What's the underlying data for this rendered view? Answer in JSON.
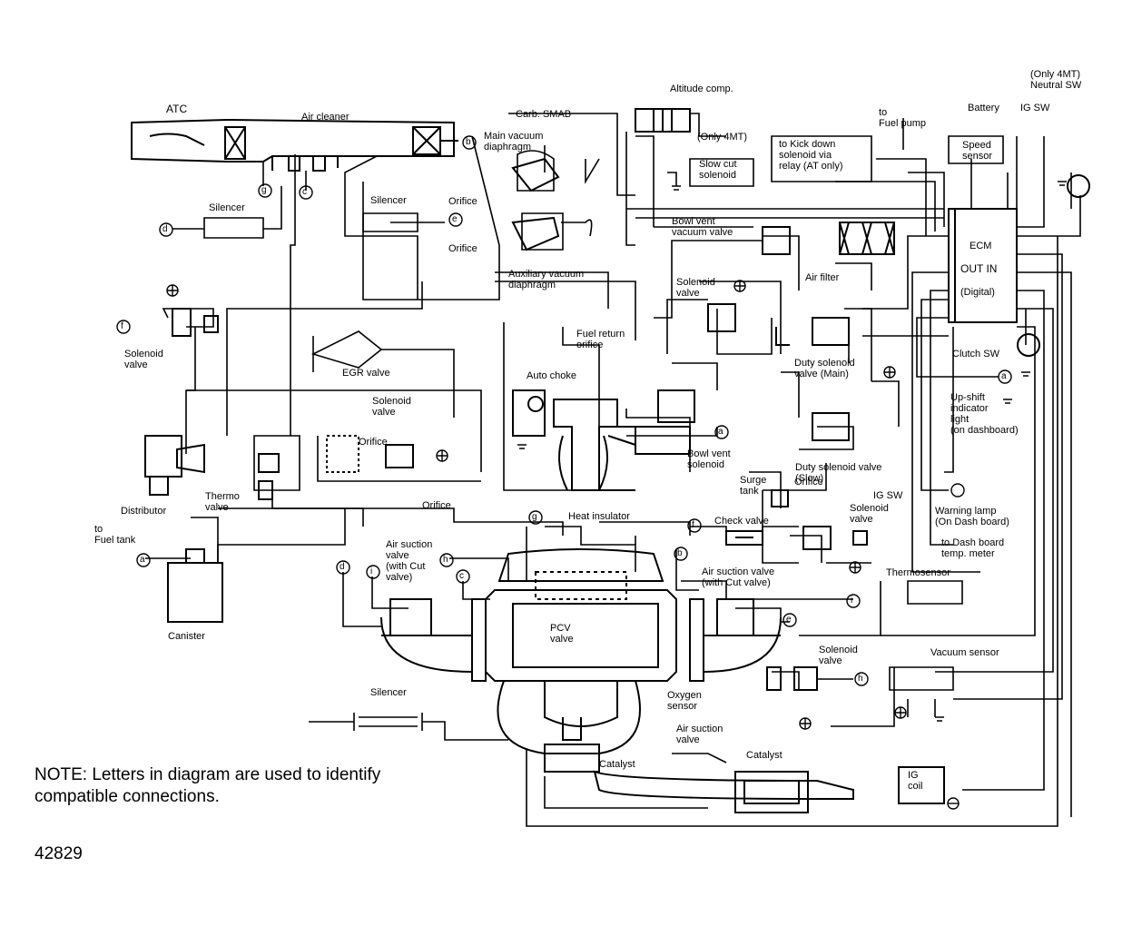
{
  "labels": {
    "atc": "ATC",
    "air_cleaner": "Air cleaner",
    "carb_smab": "Carb. SMAB",
    "altitude_comp": "Altitude comp.",
    "main_vacuum_diaphragm": "Main vacuum\ndiaphragm",
    "only_4mt_slow_cut": "(Only 4MT)",
    "slow_cut_solenoid": "Slow cut\nsolenoid",
    "kick_down": "to Kick down\nsolenoid via\nrelay (AT only)",
    "to_fuel_pump": "to\nFuel pump",
    "battery": "Battery",
    "only_4mt_neutral": "(Only 4MT)\nNeutral SW",
    "ig_sw_top": "IG SW",
    "speed_sensor": "Speed\nsensor",
    "silencer_left": "Silencer",
    "silencer_mid": "Silencer",
    "orifice_top": "Orifice",
    "orifice_2": "Orifice",
    "auxiliary_vacuum": "Auxiliary vacuum\ndiaphragm",
    "bowl_vent_vacuum": "Bowl vent\nvacuum valve",
    "ecm": "ECM",
    "out_in": "OUT IN",
    "digital": "(Digital)",
    "solenoid_valve_left": "Solenoid\nvalve",
    "solenoid_valve_mid": "Solenoid\nvalve",
    "air_filter": "Air filter",
    "egr_valve": "EGR valve",
    "fuel_return": "Fuel return\norifice",
    "auto_choke": "Auto choke",
    "clutch_sw": "Clutch SW",
    "duty_main": "Duty solenoid\nvalve (Main)",
    "upshift": "Up-shift\nindicator\nlight\n(on dashboard)",
    "solenoid_valve_egr": "Solenoid\nvalve",
    "orifice_egr": "Orifice",
    "bowl_vent_solenoid": "Bowl vent\nsolenoid",
    "distributor": "Distributor",
    "thermo_valve": "Thermo\nvalve",
    "surge_tank": "Surge\ntank",
    "orifice_surge": "Orifice",
    "duty_slow": "Duty solenoid valve\n(Slow)",
    "ig_sw_mid": "IG SW",
    "warning_lamp": "Warning lamp\n(On Dash board)",
    "orifice_line": "Orifice",
    "heat_insulator": "Heat insulator",
    "check_valve": "Check valve",
    "solenoid_valve_check": "Solenoid\nvalve",
    "to_fuel_tank": "to\nFuel tank",
    "air_suction_left": "Air suction\nvalve\n(with Cut\nvalve)",
    "air_suction_right": "Air suction valve\n(with Cut valve)",
    "dash_temp": "to Dash board\ntemp. meter",
    "thermosensor": "Thermosensor",
    "canister": "Canister",
    "pcv_valve": "PCV\nvalve",
    "solenoid_valve_low": "Solenoid\nvalve",
    "vacuum_sensor": "Vacuum sensor",
    "silencer_low": "Silencer",
    "oxygen_sensor": "Oxygen\nsensor",
    "air_suction_cat": "Air suction\nvalve",
    "catalyst_left": "Catalyst",
    "catalyst_right": "Catalyst",
    "ig_coil": "IG\ncoil"
  },
  "connectors": [
    "a",
    "b",
    "c",
    "d",
    "e",
    "f",
    "g",
    "h",
    "i"
  ],
  "note": "NOTE: Letters in diagram are used to identify\ncompatible connections.",
  "figure_number": "42829"
}
